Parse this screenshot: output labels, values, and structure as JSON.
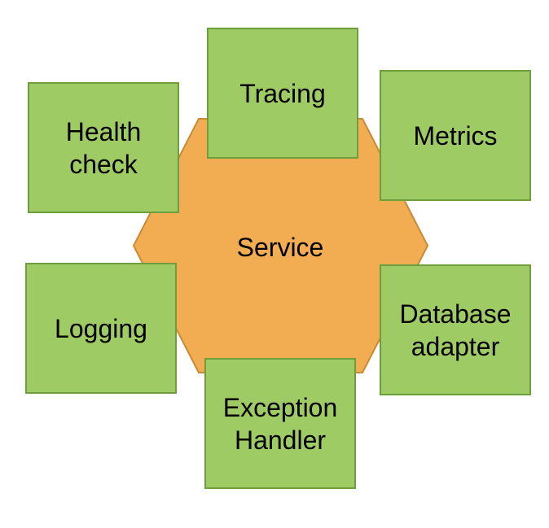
{
  "colors": {
    "hexagon_fill": "#f2ad52",
    "hexagon_stroke": "#c88a35",
    "box_fill": "#9fcb64",
    "box_stroke": "#6e9e3e",
    "text": "#000000"
  },
  "service": {
    "label": "Service"
  },
  "components": {
    "health_check": "Health\ncheck",
    "tracing": "Tracing",
    "metrics": "Metrics",
    "logging": "Logging",
    "database_adapter": "Database\nadapter",
    "exception_handler": "Exception\nHandler"
  }
}
